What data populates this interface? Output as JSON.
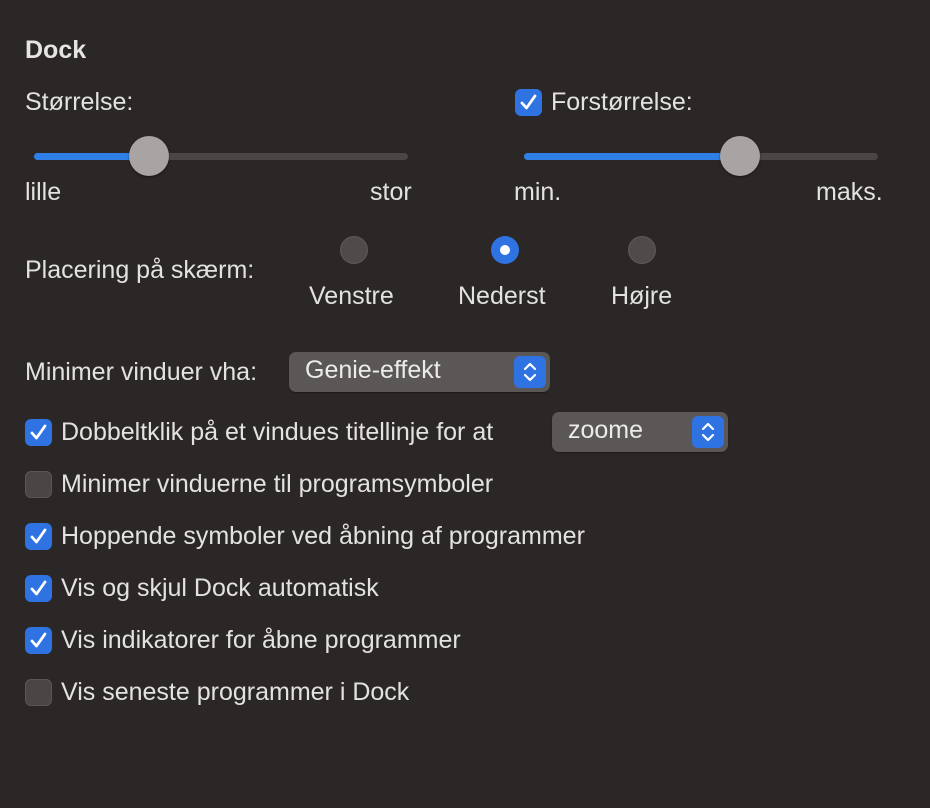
{
  "section_title": "Dock",
  "size": {
    "label": "Størrelse:",
    "min_label": "lille",
    "max_label": "stor",
    "value": 0.31
  },
  "magnification": {
    "label": "Forstørrelse:",
    "enabled": true,
    "min_label": "min.",
    "max_label": "maks.",
    "value": 0.61
  },
  "position": {
    "label": "Placering på skærm:",
    "options": [
      "Venstre",
      "Nederst",
      "Højre"
    ],
    "selected": "Nederst"
  },
  "minimize": {
    "label": "Minimer vinduer vha:",
    "value": "Genie-effekt"
  },
  "double_click": {
    "label": "Dobbeltklik på et vindues titellinje for at",
    "checked": true,
    "value": "zoome"
  },
  "checkboxes": [
    {
      "label": "Minimer vinduerne til programsymboler",
      "checked": false
    },
    {
      "label": "Hoppende symboler ved åbning af programmer",
      "checked": true
    },
    {
      "label": "Vis og skjul Dock automatisk",
      "checked": true
    },
    {
      "label": "Vis indikatorer for åbne programmer",
      "checked": true
    },
    {
      "label": "Vis seneste programmer i Dock",
      "checked": false
    }
  ],
  "colors": {
    "accent": "#2f73e2",
    "background": "#2b2726",
    "text": "#e4e2e1"
  }
}
